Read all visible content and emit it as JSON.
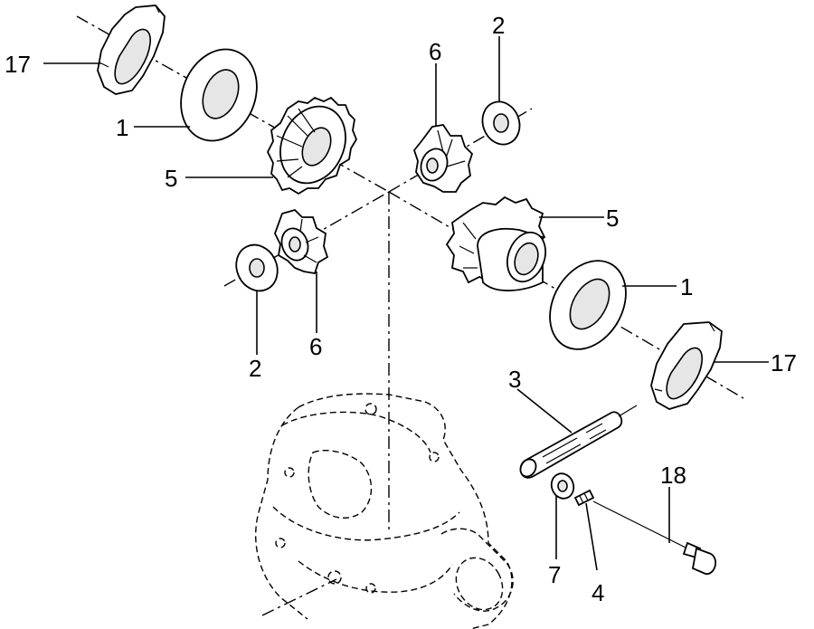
{
  "diagram": {
    "labels": {
      "thrust_washer_left": "17",
      "washer_left": "1",
      "side_gear_left": "5",
      "pinion_top": "6",
      "pinion_washer_top": "2",
      "side_gear_right": "5",
      "washer_right": "1",
      "thrust_washer_right": "17",
      "pinion_washer_bottom": "2",
      "pinion_bottom": "6",
      "pinion_shaft": "3",
      "bolt": "18",
      "lock_washer": "7",
      "lock_pin": "4"
    }
  }
}
